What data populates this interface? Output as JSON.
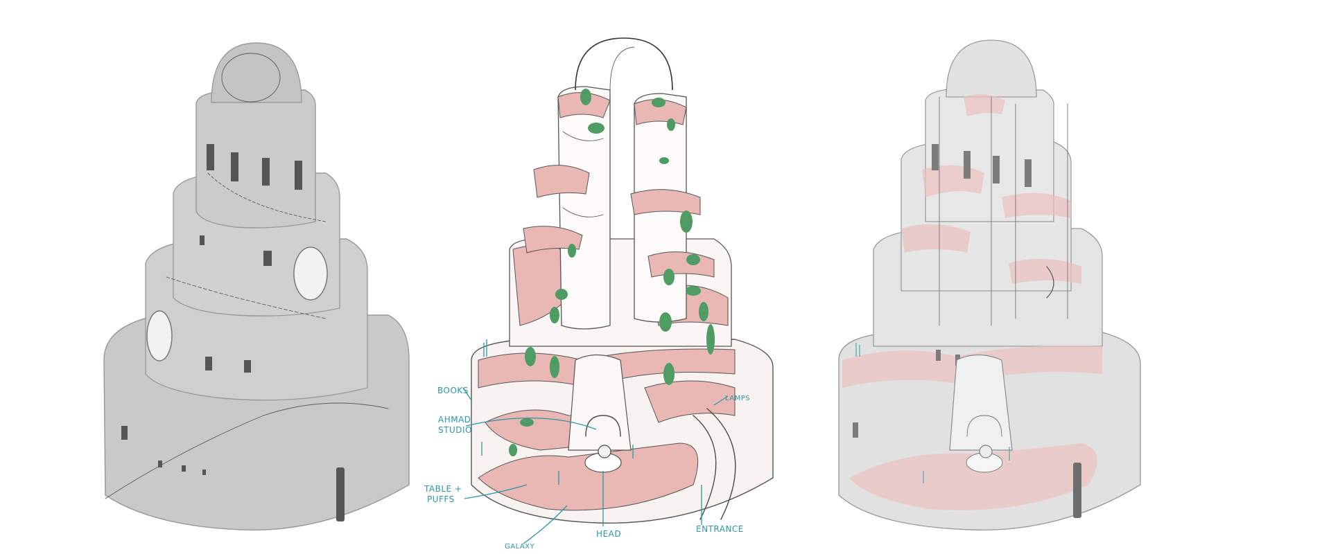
{
  "panels": [
    {
      "id": "solid-exterior"
    },
    {
      "id": "cutaway-annotated"
    },
    {
      "id": "transparent-overlay"
    }
  ],
  "labels": {
    "books": "BOOKS",
    "ahmad_studio_line1": "AHMAD",
    "ahmad_studio_line2": "STUDIO",
    "table_puffs_line1": "TABLE +",
    "table_puffs_line2": "PUFFS",
    "galaxy": "GALAXY",
    "head": "HEAD",
    "entrance": "ENTRANCE",
    "lamps": "LAMPS"
  },
  "colors": {
    "solid_fill": "#c9c9c9",
    "solid_shadow": "#b3b3b3",
    "window": "#555555",
    "floor_pink": "#e9b7b4",
    "plant_green": "#4e9b63",
    "annotation": "#2a97a6",
    "ghost_fill": "#dcdcdc"
  }
}
